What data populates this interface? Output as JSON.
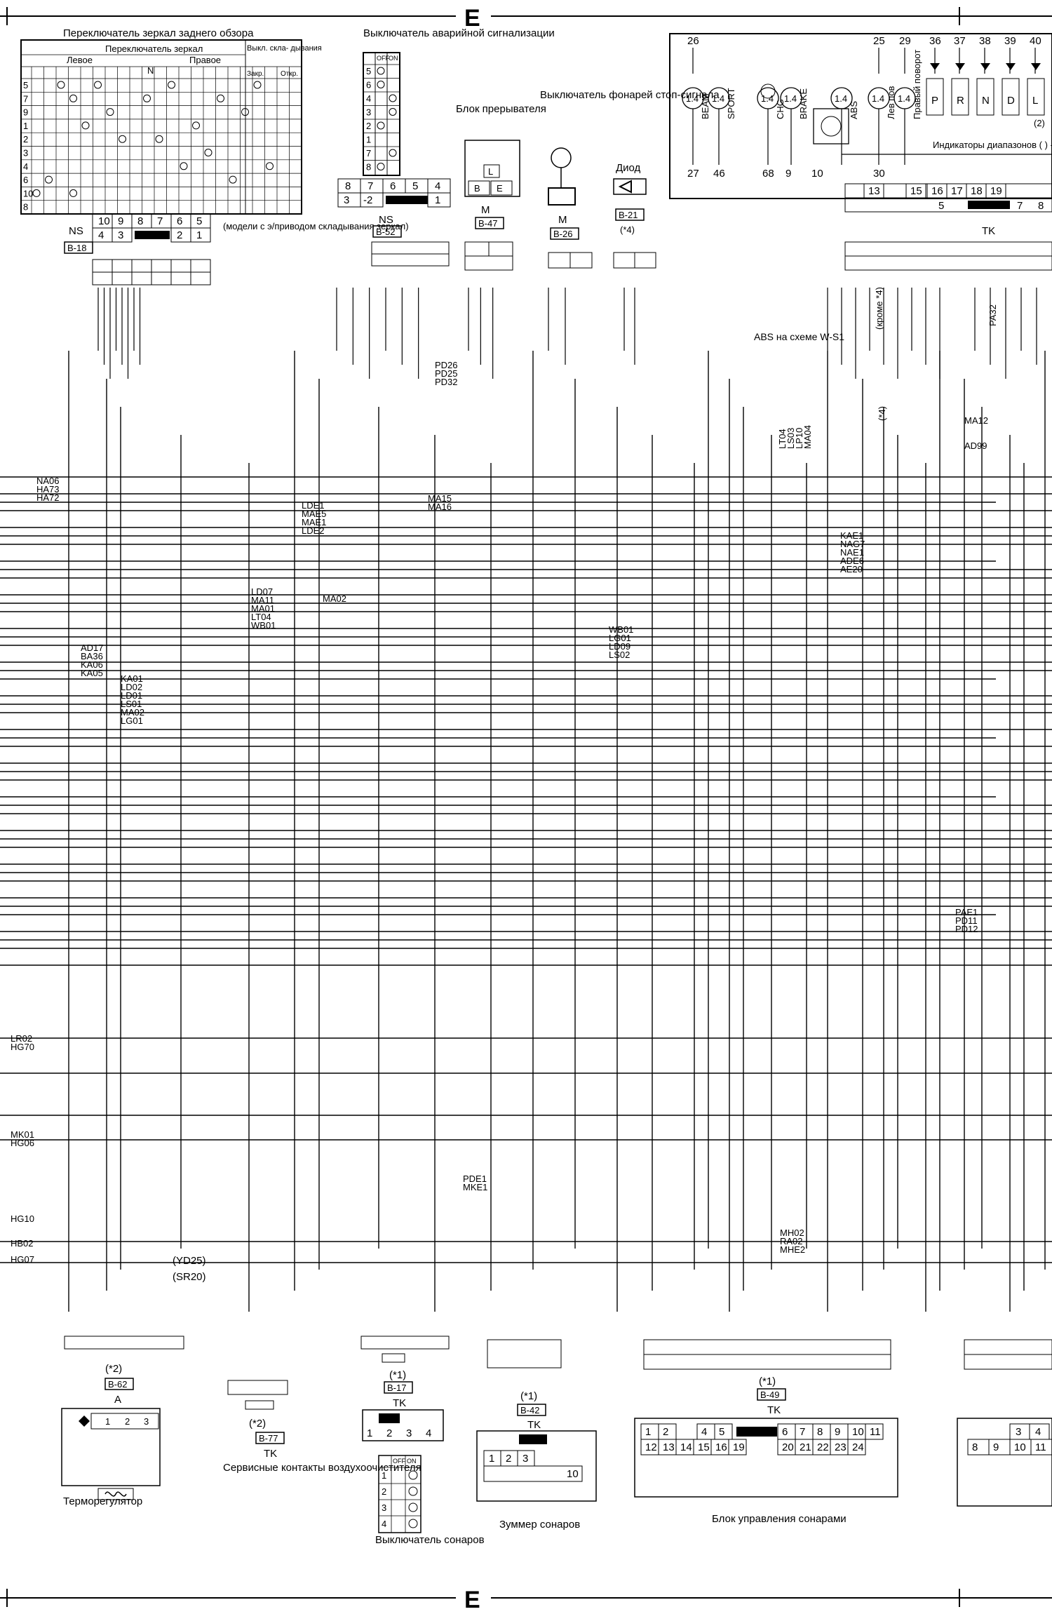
{
  "sheet": {
    "marker_top": "E",
    "marker_bottom": "E"
  },
  "components": {
    "mirror_switch": {
      "title": "Переключатель зеркал заднего обзора",
      "header": "Переключатель зеркал",
      "left": "Левое",
      "right": "Правое",
      "n": "N",
      "fold_switch": "Выкл. скла- дывания",
      "fold_close": "Закр.",
      "fold_open": "Откр.",
      "rows": [
        "5",
        "7",
        "9",
        "1",
        "2",
        "3",
        "4",
        "6",
        "10",
        "8"
      ],
      "connector": "NS",
      "connector_id": "B-18",
      "note": "(модели с э/приводом складывания зеркал)",
      "pins_top": [
        "10",
        "9",
        "8",
        "7",
        "6",
        "5"
      ],
      "pins_bottom": [
        "4",
        "3",
        "2",
        "1"
      ]
    },
    "hazard_switch": {
      "title": "Выключатель аварийной сигнализации",
      "off": "OFF",
      "on": "ON",
      "rows": [
        "5",
        "6",
        "4",
        "3",
        "2",
        "1",
        "7",
        "8"
      ],
      "pins_top": [
        "8",
        "7",
        "6",
        "5",
        "4"
      ],
      "pins_bottom": [
        "3",
        "-2",
        "1"
      ],
      "connector": "NS",
      "connector_id": "B-52"
    },
    "flasher": {
      "title": "Блок прерывателя",
      "pins": [
        "L",
        "B",
        "E"
      ],
      "connector": "M",
      "connector_id": "B-47"
    },
    "stop_lamp_switch": {
      "title": "Выключатель фонарей стоп-сигнала",
      "connector": "M",
      "connector_id": "B-26"
    },
    "diode": {
      "title": "Диод",
      "connector_id": "B-21",
      "note": "(*4)"
    },
    "meter": {
      "pin_numbers_top": [
        "26",
        "25",
        "29",
        "36",
        "37",
        "38",
        "39",
        "40"
      ],
      "pin_numbers_bottom": [
        "27",
        "46",
        "68",
        "9",
        "10",
        "30"
      ],
      "bulb_rating": "1.4",
      "labels": [
        "BEAM",
        "SPORT",
        "CHG",
        "BRAKE",
        "ABS",
        "Лев пов",
        "Правый поворот"
      ],
      "indicators": [
        "P",
        "R",
        "N",
        "D",
        "L"
      ],
      "indicators_note": "Индикаторы диапазонов ( ) - для моделей с АКП",
      "note_2": "(2)",
      "connector": "TK",
      "pins_a": [
        "13",
        "15",
        "16",
        "17",
        "18",
        "19"
      ],
      "pins_b": [
        "5",
        "7",
        "8"
      ]
    },
    "abs_note": "ABS на схеме W-S1",
    "except_note": "(кроме *4)",
    "star_note": "(*4)",
    "thermostat": {
      "title": "Терморегулятор",
      "note": "(*2)",
      "connector_id": "B-62",
      "connector": "A",
      "pins": [
        "1",
        "2",
        "3"
      ],
      "engine_a": "(YD25)",
      "engine_b": "(SR20)"
    },
    "service_contacts": {
      "title": "Сервисные контакты воздухоочистителя",
      "note": "(*2)",
      "connector_id": "B-77",
      "connector": "TK"
    },
    "sonar_switch": {
      "title": "Выключатель сонаров",
      "note": "(*1)",
      "connector_id": "B-17",
      "connector": "TK",
      "pins": [
        "1",
        "2",
        "3",
        "4"
      ],
      "off": "OFF",
      "on": "ON",
      "rows": [
        "1",
        "2",
        "3",
        "4"
      ]
    },
    "sonar_buzzer": {
      "title": "Зуммер сонаров",
      "note": "(*1)",
      "connector_id": "B-42",
      "connector": "TK",
      "pins": [
        "1",
        "2",
        "3",
        "10"
      ]
    },
    "sonar_unit": {
      "title": "Блок управления сонарами",
      "note": "(*1)",
      "connector_id": "B-49",
      "connector": "TK",
      "pins_top": [
        "1",
        "2",
        "4",
        "5",
        "6",
        "7",
        "8",
        "9",
        "10",
        "11"
      ],
      "pins_bottom": [
        "12",
        "13",
        "14",
        "15",
        "16",
        "19",
        "20",
        "21",
        "22",
        "23",
        "24"
      ]
    },
    "right_connector": {
      "pins_top": [
        "3",
        "4"
      ],
      "pins_bottom": [
        "8",
        "9",
        "10",
        "11"
      ]
    }
  },
  "bus_labels": {
    "left_top": [
      "NA06",
      "HA73",
      "HA72"
    ],
    "ld_group": [
      "LDE1",
      "MAE5",
      "MAE1",
      "LDE2"
    ],
    "ma_group": [
      "MA15",
      "MA16"
    ],
    "pd_group": [
      "PD26",
      "PD25",
      "PD32"
    ],
    "ma02_group": [
      "LD07",
      "MA11",
      "MA01",
      "LT04",
      "WB01"
    ],
    "ma02_label": "MA02",
    "ad_group": [
      "AD17",
      "BA36",
      "KA06",
      "KA05"
    ],
    "ka_group": [
      "KA01",
      "LD02",
      "LD01",
      "LS01",
      "MA02",
      "LG01"
    ],
    "wb_group": [
      "WB01",
      "LG01",
      "LD09",
      "LS02"
    ],
    "ka_right": [
      "KAE1",
      "NAG7",
      "NAE1",
      "ADE6",
      "AE20"
    ],
    "lt_group": [
      "LT04",
      "LS03",
      "LP10",
      "MA04"
    ],
    "ma12": "MA12",
    "ad99": "AD99",
    "pae_group": [
      "PAE1",
      "PD11",
      "PD12"
    ],
    "lr_group": [
      "LR02",
      "HG70"
    ],
    "mk_group": [
      "MK01",
      "HG06"
    ],
    "pde_group": [
      "PDE1",
      "MKE1"
    ],
    "hg10": "HG10",
    "hb02": "HB02",
    "hg07": "HG07",
    "mh_group": [
      "MH02",
      "RA02",
      "MHE2"
    ]
  }
}
